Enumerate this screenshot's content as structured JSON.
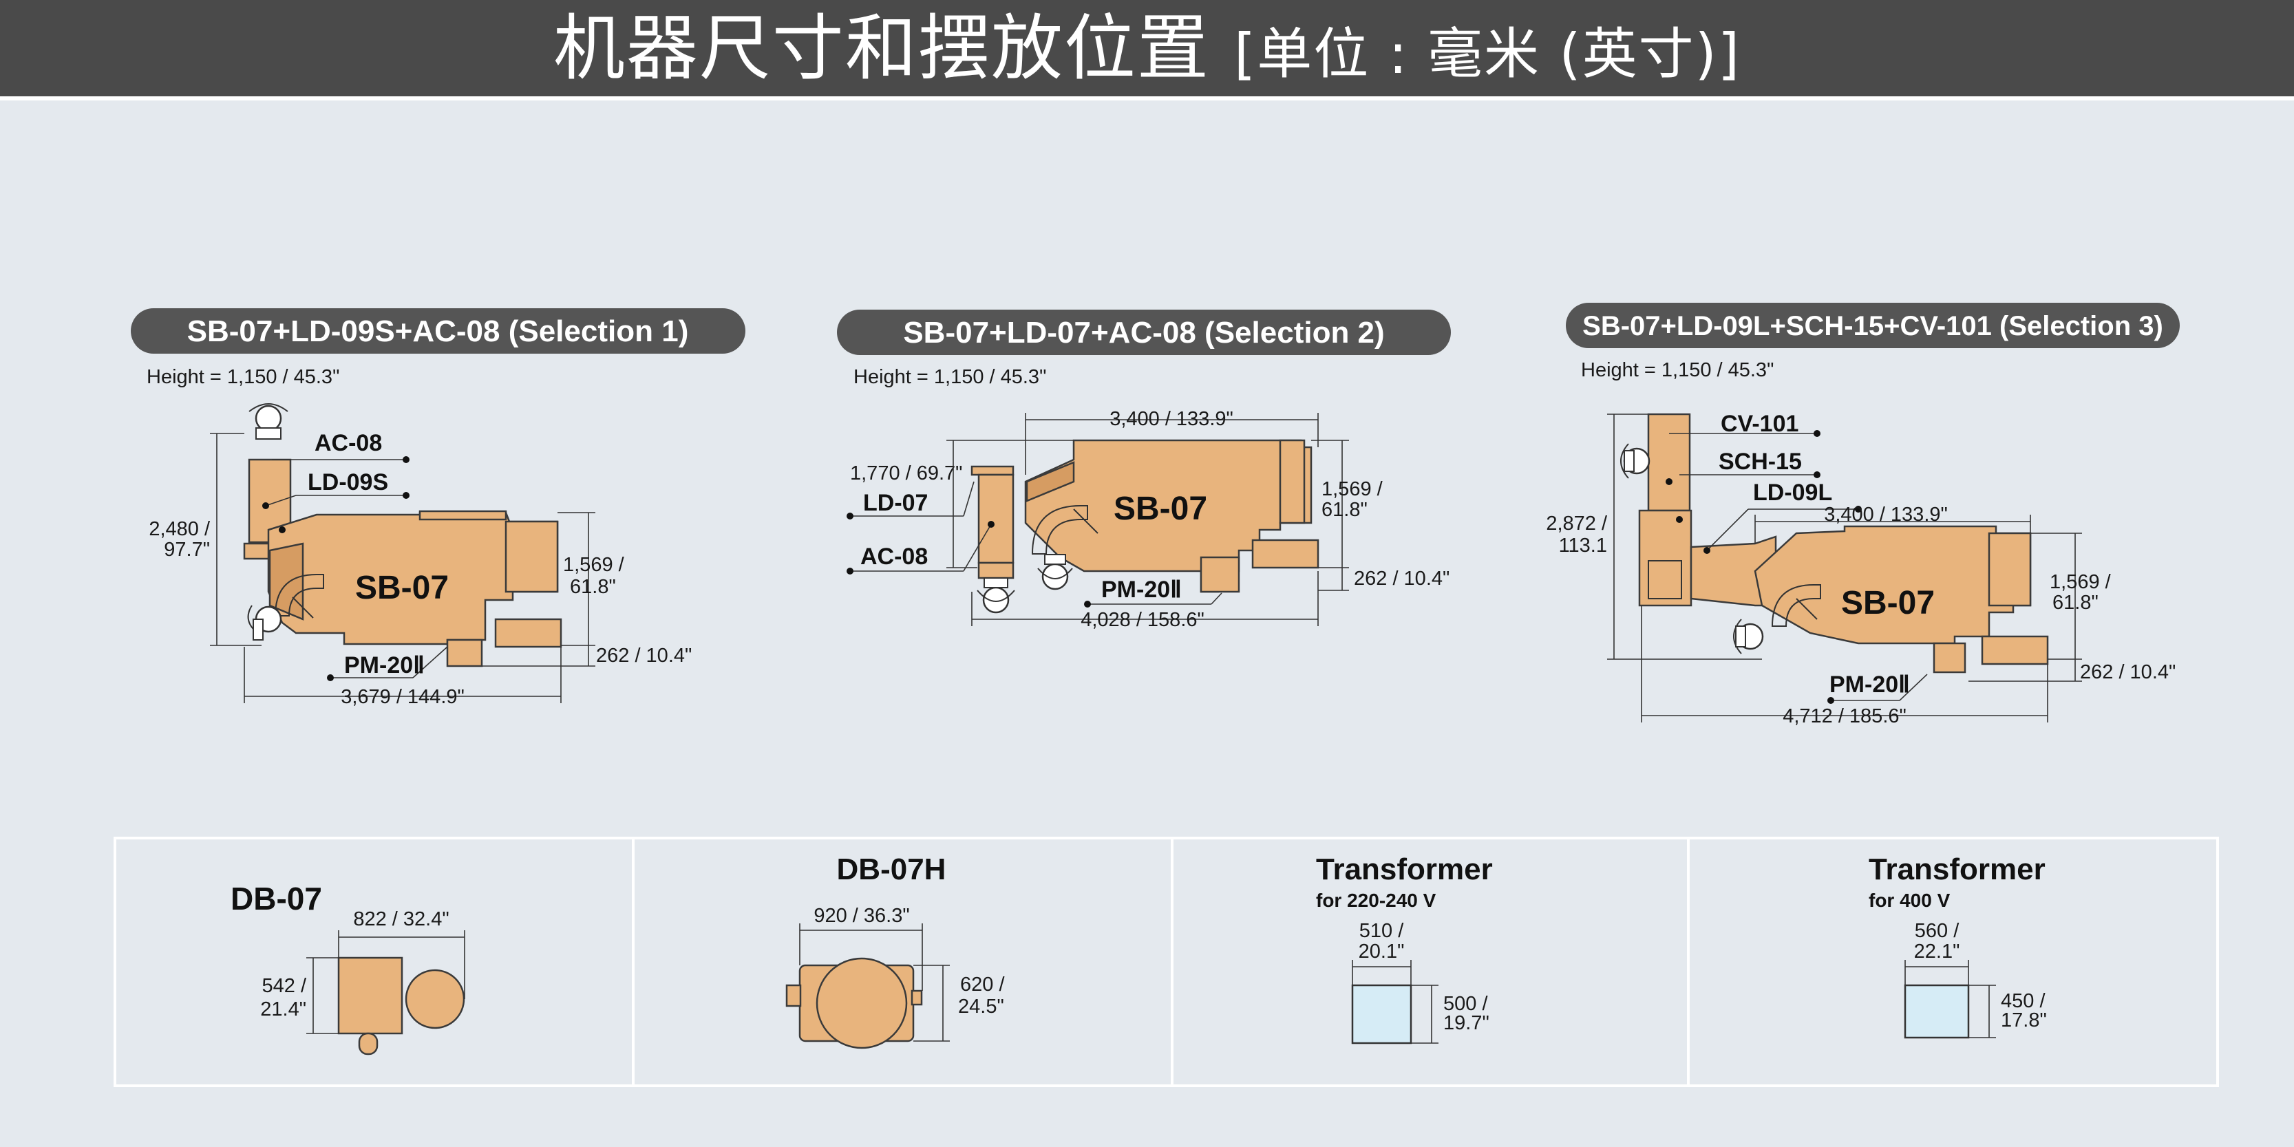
{
  "title": {
    "main": "机器尺寸和摆放位置",
    "unit": "[单位 : 毫米 (英寸)]"
  },
  "selections": [
    {
      "title": "SB-07+LD-09S+AC-08 (Selection 1)",
      "height": "Height = 1,150 / 45.3\"",
      "labels": {
        "ac": "AC-08",
        "ld": "LD-09S",
        "sb": "SB-07",
        "pm": "PM-20Ⅱ"
      },
      "dims": {
        "h_a": "2,480 /",
        "h_b": "97.7\"",
        "r_a": "1,569 /",
        "r_b": "61.8\"",
        "small": "262 / 10.4\"",
        "width": "3,679 / 144.9\""
      }
    },
    {
      "title": "SB-07+LD-07+AC-08 (Selection 2)",
      "height": "Height = 1,150 / 45.3\"",
      "labels": {
        "ld": "LD-07",
        "ac": "AC-08",
        "sb": "SB-07",
        "pm": "PM-20Ⅱ"
      },
      "dims": {
        "top": "3,400 / 133.9\"",
        "left": "1,770 / 69.7\"",
        "r_a": "1,569 /",
        "r_b": "61.8\"",
        "small": "262 / 10.4\"",
        "width": "4,028 / 158.6\""
      }
    },
    {
      "title": "SB-07+LD-09L+SCH-15+CV-101 (Selection 3)",
      "height": "Height = 1,150 / 45.3\"",
      "labels": {
        "cv": "CV-101",
        "sch": "SCH-15",
        "ld": "LD-09L",
        "sb": "SB-07",
        "pm": "PM-20Ⅱ"
      },
      "dims": {
        "top": "3,400 / 133.9\"",
        "h_a": "2,872 /",
        "h_b": "113.1",
        "r_a": "1,569 /",
        "r_b": "61.8\"",
        "small": "262 / 10.4\"",
        "width": "4,712 / 185.6\""
      }
    }
  ],
  "bottom_panel": [
    {
      "name": "DB-07",
      "w": "822 / 32.4\"",
      "h_a": "542 /",
      "h_b": "21.4\""
    },
    {
      "name": "DB-07H",
      "w": "920 / 36.3\"",
      "h_a": "620 /",
      "h_b": "24.5\""
    },
    {
      "name": "Transformer",
      "sub": "for 220-240 V",
      "w_a": "510 /",
      "w_b": "20.1\"",
      "h_a": "500 /",
      "h_b": "19.7\""
    },
    {
      "name": "Transformer",
      "sub": "for 400 V",
      "w_a": "560 /",
      "w_b": "22.1\"",
      "h_a": "450 /",
      "h_b": "17.8\""
    }
  ],
  "colors": {
    "header": "#4a4a4a",
    "background": "#e4e9ee",
    "machine": "#e8b47d",
    "machine_dark": "#d69c62",
    "transformer": "#d6ecf6",
    "pill": "#555555"
  }
}
